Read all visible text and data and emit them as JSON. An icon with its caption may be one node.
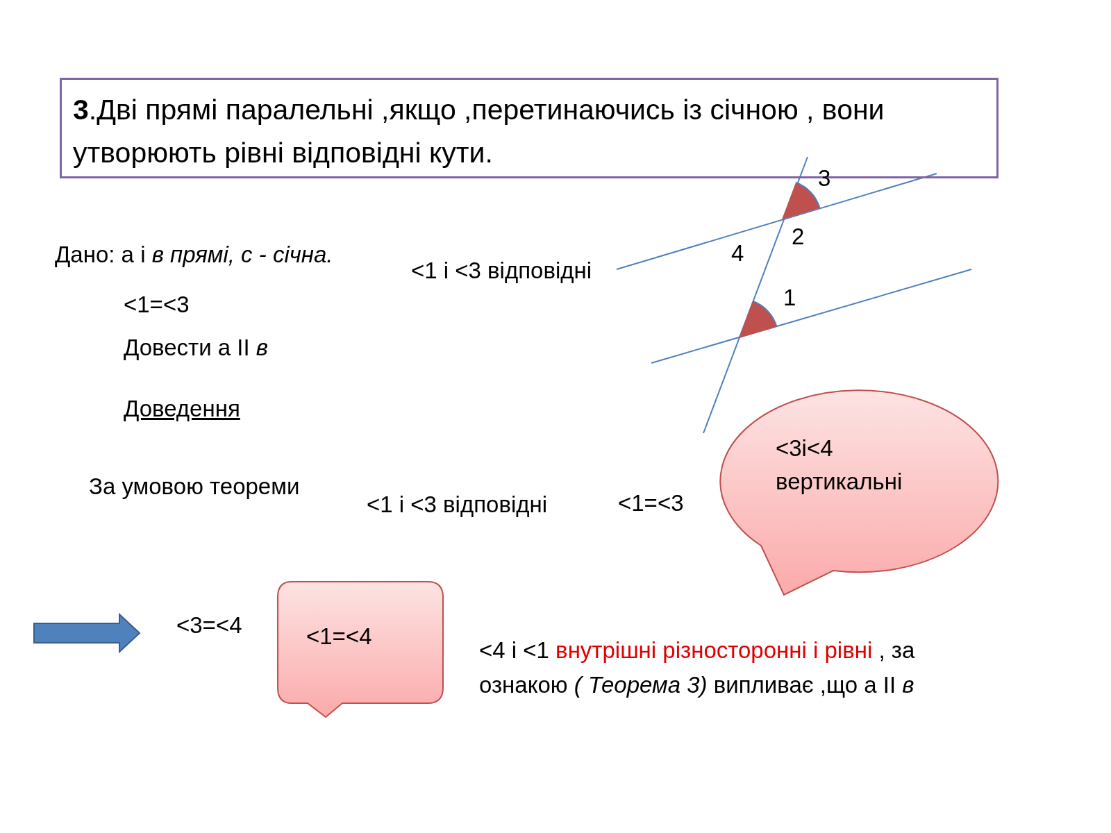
{
  "diagram": {
    "nodes": [
      {
        "text": [
          "**3**.Дві прямі паралельні ,якщо ,перетинаючись із січною , вони утворюють рівні відповідні кути."
        ]
      },
      {
        "text": [
          "<3і<4 вертикальні"
        ]
      },
      {
        "text": [
          "<1=<4"
        ]
      }
    ],
    "edges": [],
    "labels": [
      "3",
      "Дано: а і *в прямі,  с -  січна.*",
      "<1 і <3 відповідні",
      "2",
      "4",
      "<1=<3",
      "1",
      "Довести а ІІ *в*",
      "Доведення",
      "За умовою теореми",
      "<1 і <3 відповідні",
      "<1=<3",
      "<3=<4",
      "<4 і <1",
      "внутрішні різносторонні і рівні",
      ", за ознакою *( Теорема 3)* випливає ,що а ІІ *в*"
    ]
  }
}
